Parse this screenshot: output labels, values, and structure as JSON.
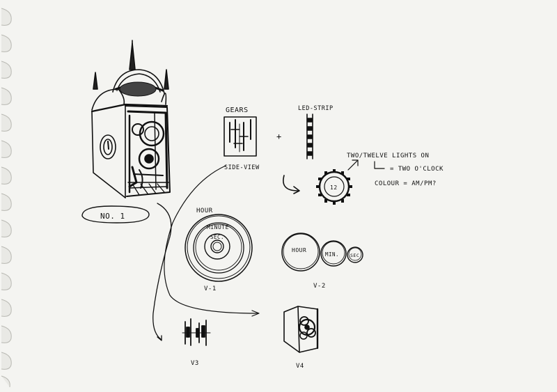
{
  "sketch": {
    "label_no1": "NO. 1",
    "gears_title": "GEARS",
    "side_view": "SIDE-VIEW",
    "plus": "+",
    "led_strip": "LED-STRIP",
    "led_face_number": "12",
    "note_line1": "TWO/TWELVE LIGHTS ON",
    "note_line2": "= TWO O'CLOCK",
    "note_line3": "COLOUR = AM/PM?",
    "v1_hour": "HOUR",
    "v1_minute": "MINUTE",
    "v1_sec": "SEC.",
    "v1_label": "V-1",
    "v2_hour": "HOUR",
    "v2_min": "MIN.",
    "v2_sec": "SEC",
    "v2_label": "V-2",
    "v3_label": "V3",
    "v4_label": "V4"
  }
}
